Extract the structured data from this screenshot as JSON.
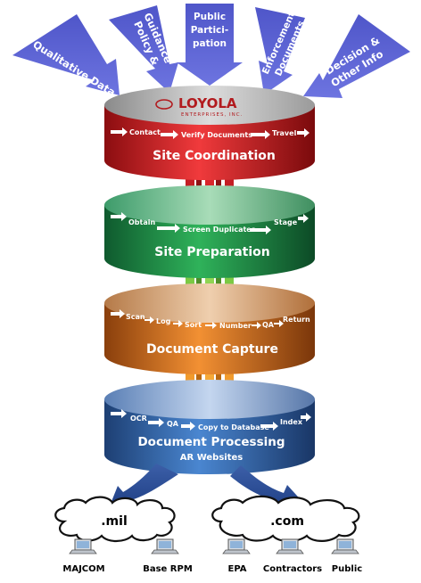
{
  "inputs": {
    "qualitative": "Qualitative Data",
    "policy_1": "Policy &",
    "policy_2": "Guidance",
    "public_1": "Public",
    "public_2": "Partici-",
    "public_3": "pation",
    "enforcement_1": "Enforcement",
    "enforcement_2": "Documents",
    "decision_1": "Decision &",
    "decision_2": "Other Info"
  },
  "logo": {
    "name": "LOYOLA",
    "sub": "ENTERPRISES, INC."
  },
  "stages": [
    {
      "title": "Site Coordination",
      "steps": [
        "Contact",
        "Verify Documents",
        "Travel"
      ],
      "color": "#e0262a"
    },
    {
      "title": "Site Preparation",
      "steps": [
        "Obtain",
        "Screen Duplicates",
        "Stage"
      ],
      "color": "#2d9a4c"
    },
    {
      "title": "Document Capture",
      "steps": [
        "Scan",
        "Log",
        "Sort",
        "Number",
        "QA",
        "Return"
      ],
      "color": "#e07a22"
    },
    {
      "title": "Document Processing",
      "subtitle": "AR Websites",
      "steps": [
        "OCR",
        "QA",
        "Copy to Database",
        "Index"
      ],
      "color": "#3a6fb5"
    }
  ],
  "clouds": [
    ".mil",
    ".com"
  ],
  "endpoints": [
    "MAJCOM",
    "Base RPM",
    "EPA",
    "Contractors",
    "Public"
  ],
  "arrow_colors": [
    "#c41e24",
    "#7ac943",
    "#f19a2c"
  ],
  "input_arrow_color": "#5b62c4"
}
